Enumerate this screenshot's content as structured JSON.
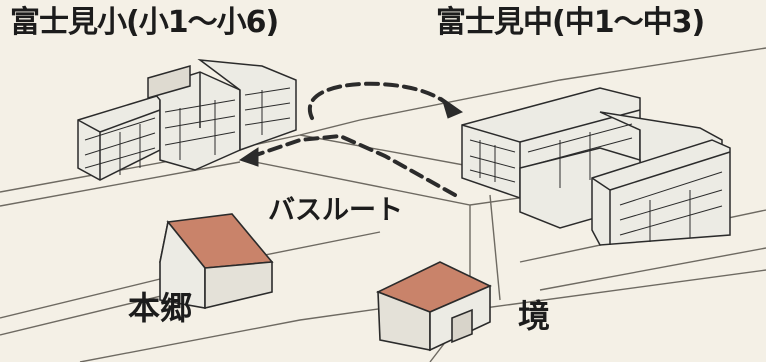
{
  "labels": {
    "west_school": "富士見小(小1〜小6)",
    "east_school": "富士見中(中1〜中3)",
    "bus_route": "バスルート",
    "district_hongo": "本郷",
    "district_sakai": "境"
  },
  "colors": {
    "paper": "#f4f0e6",
    "ink": "#2b2b2b",
    "roof": "#c9836a",
    "wall": "#ecebe4"
  },
  "icons": [
    "dashed-arrow-icon",
    "school-building-icon",
    "house-icon"
  ]
}
